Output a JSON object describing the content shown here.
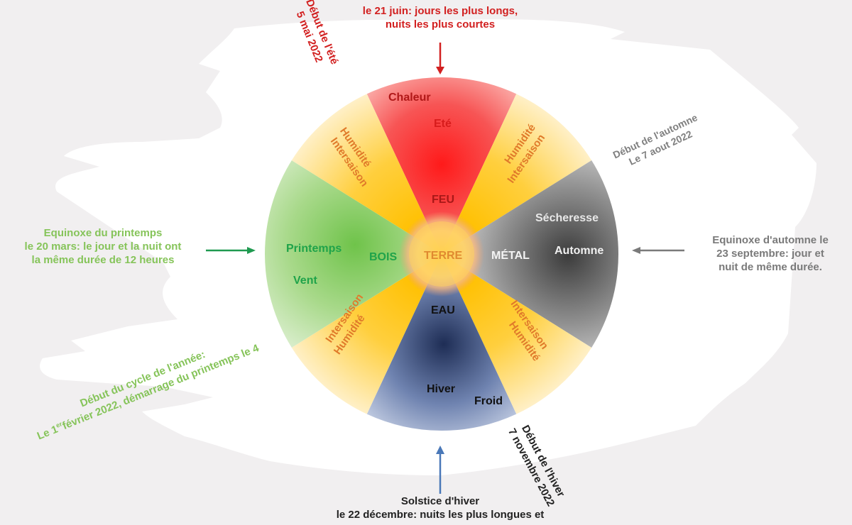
{
  "title": "Cycle des saisons et cinq éléments",
  "colors": {
    "summer": "#e01e1e",
    "spring": "#1fa34a",
    "spring_light": "#86c45a",
    "autumn": "#808080",
    "winter": "#222222",
    "intersaison_text": "#e07a2a",
    "arrow_winter": "#4a78b8",
    "arrow_summer": "#d22020",
    "arrow_spring": "#1f9a50",
    "arrow_autumn": "#7a7a7a"
  },
  "wheel": {
    "center": "TERRE",
    "sectors": [
      {
        "id": "summer",
        "element": "FEU",
        "season": "Eté",
        "quality": "Chaleur"
      },
      {
        "id": "autumn",
        "element": "MÉTAL",
        "season": "Automne",
        "quality": "Sécheresse"
      },
      {
        "id": "winter",
        "element": "EAU",
        "season": "Hiver",
        "quality": "Froid"
      },
      {
        "id": "spring",
        "element": "BOIS",
        "season": "Printemps",
        "quality": "Vent"
      }
    ],
    "intersaison": [
      {
        "line1": "Humidité",
        "line2": "Intersaison"
      },
      {
        "line1": "Humidité",
        "line2": "Intersaison"
      },
      {
        "line1": "Humidité",
        "line2": "Intersaison"
      },
      {
        "line1": "Humidité",
        "line2": "Intersaison"
      }
    ]
  },
  "annotations": {
    "summer_solstice": {
      "line1": "le 21 juin: jours les plus longs,",
      "line2": "nuits les plus courtes"
    },
    "summer_start": {
      "line1": "Début de l'été",
      "line2": "5 mai 2022"
    },
    "autumn_start": {
      "line1": "Début de l'automne",
      "line2": "Le 7 aout 2022"
    },
    "autumn_equinox": {
      "line1": "Equinoxe d'automne le",
      "line2": "23 septembre: jour et",
      "line3": "nuit de même durée."
    },
    "spring_equinox": {
      "line1": "Equinoxe du printemps",
      "line2": "le 20 mars: le jour et la nuit ont",
      "line3": "la même durée de 12 heures"
    },
    "cycle_start": {
      "line1": "Début du cycle de l'année:",
      "line2_pre": "Le 1",
      "line2_sup": "er",
      "line2_post": "février 2022, démarrage du printemps le 4"
    },
    "winter_start": {
      "line1": "Début de l'hiver",
      "line2": "7 novembre 2022"
    },
    "winter_solstice": {
      "line1": "Solstice d'hiver",
      "line2": "le 22 décembre: nuits les plus longues et"
    }
  }
}
